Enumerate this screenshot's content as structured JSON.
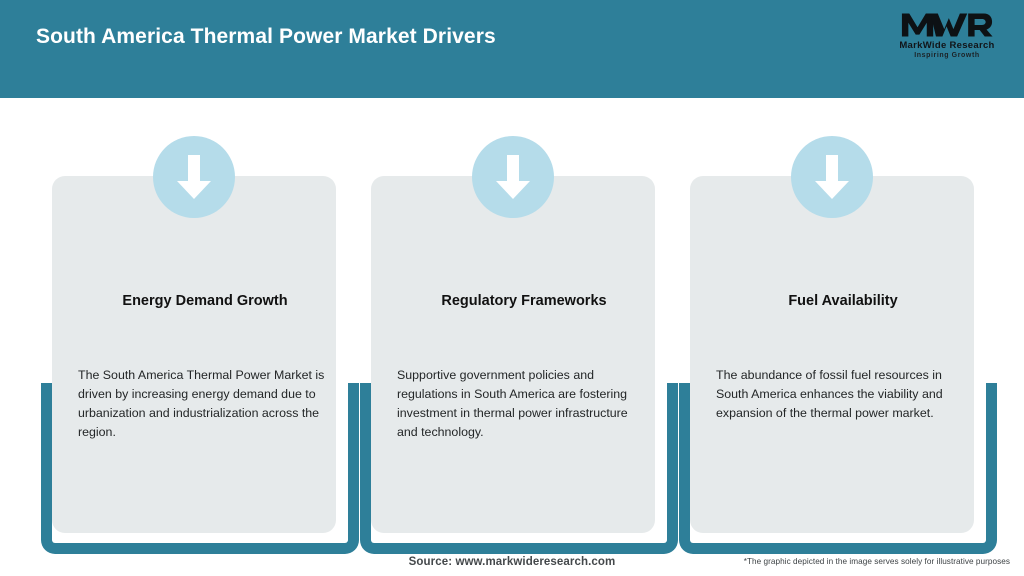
{
  "header": {
    "title": "South America Thermal Power Market Drivers",
    "background_color": "#2e7f99",
    "title_color": "#ffffff"
  },
  "logo": {
    "mark": "MWR",
    "name": "MarkWide Research",
    "tagline": "Inspiring Growth"
  },
  "colors": {
    "accent_teal": "#2e7f99",
    "icon_circle": "#b5dcea",
    "card_panel": "#e6eaeb",
    "body_text": "#232627"
  },
  "cards": [
    {
      "icon": "arrow-down-icon",
      "title": "Energy Demand Growth",
      "body": "The South America Thermal Power Market is driven by increasing energy demand due to urbanization and industrialization across the region."
    },
    {
      "icon": "arrow-down-icon",
      "title": "Regulatory Frameworks",
      "body": "Supportive government policies and regulations in South America are fostering investment in thermal power infrastructure and technology."
    },
    {
      "icon": "arrow-down-icon",
      "title": "Fuel Availability",
      "body": "The abundance of fossil fuel resources in South America enhances the viability and expansion of the thermal power market."
    }
  ],
  "footer": {
    "source": "Source: www.markwideresearch.com",
    "disclaimer": "*The graphic depicted in the image serves solely for illustrative purposes"
  }
}
